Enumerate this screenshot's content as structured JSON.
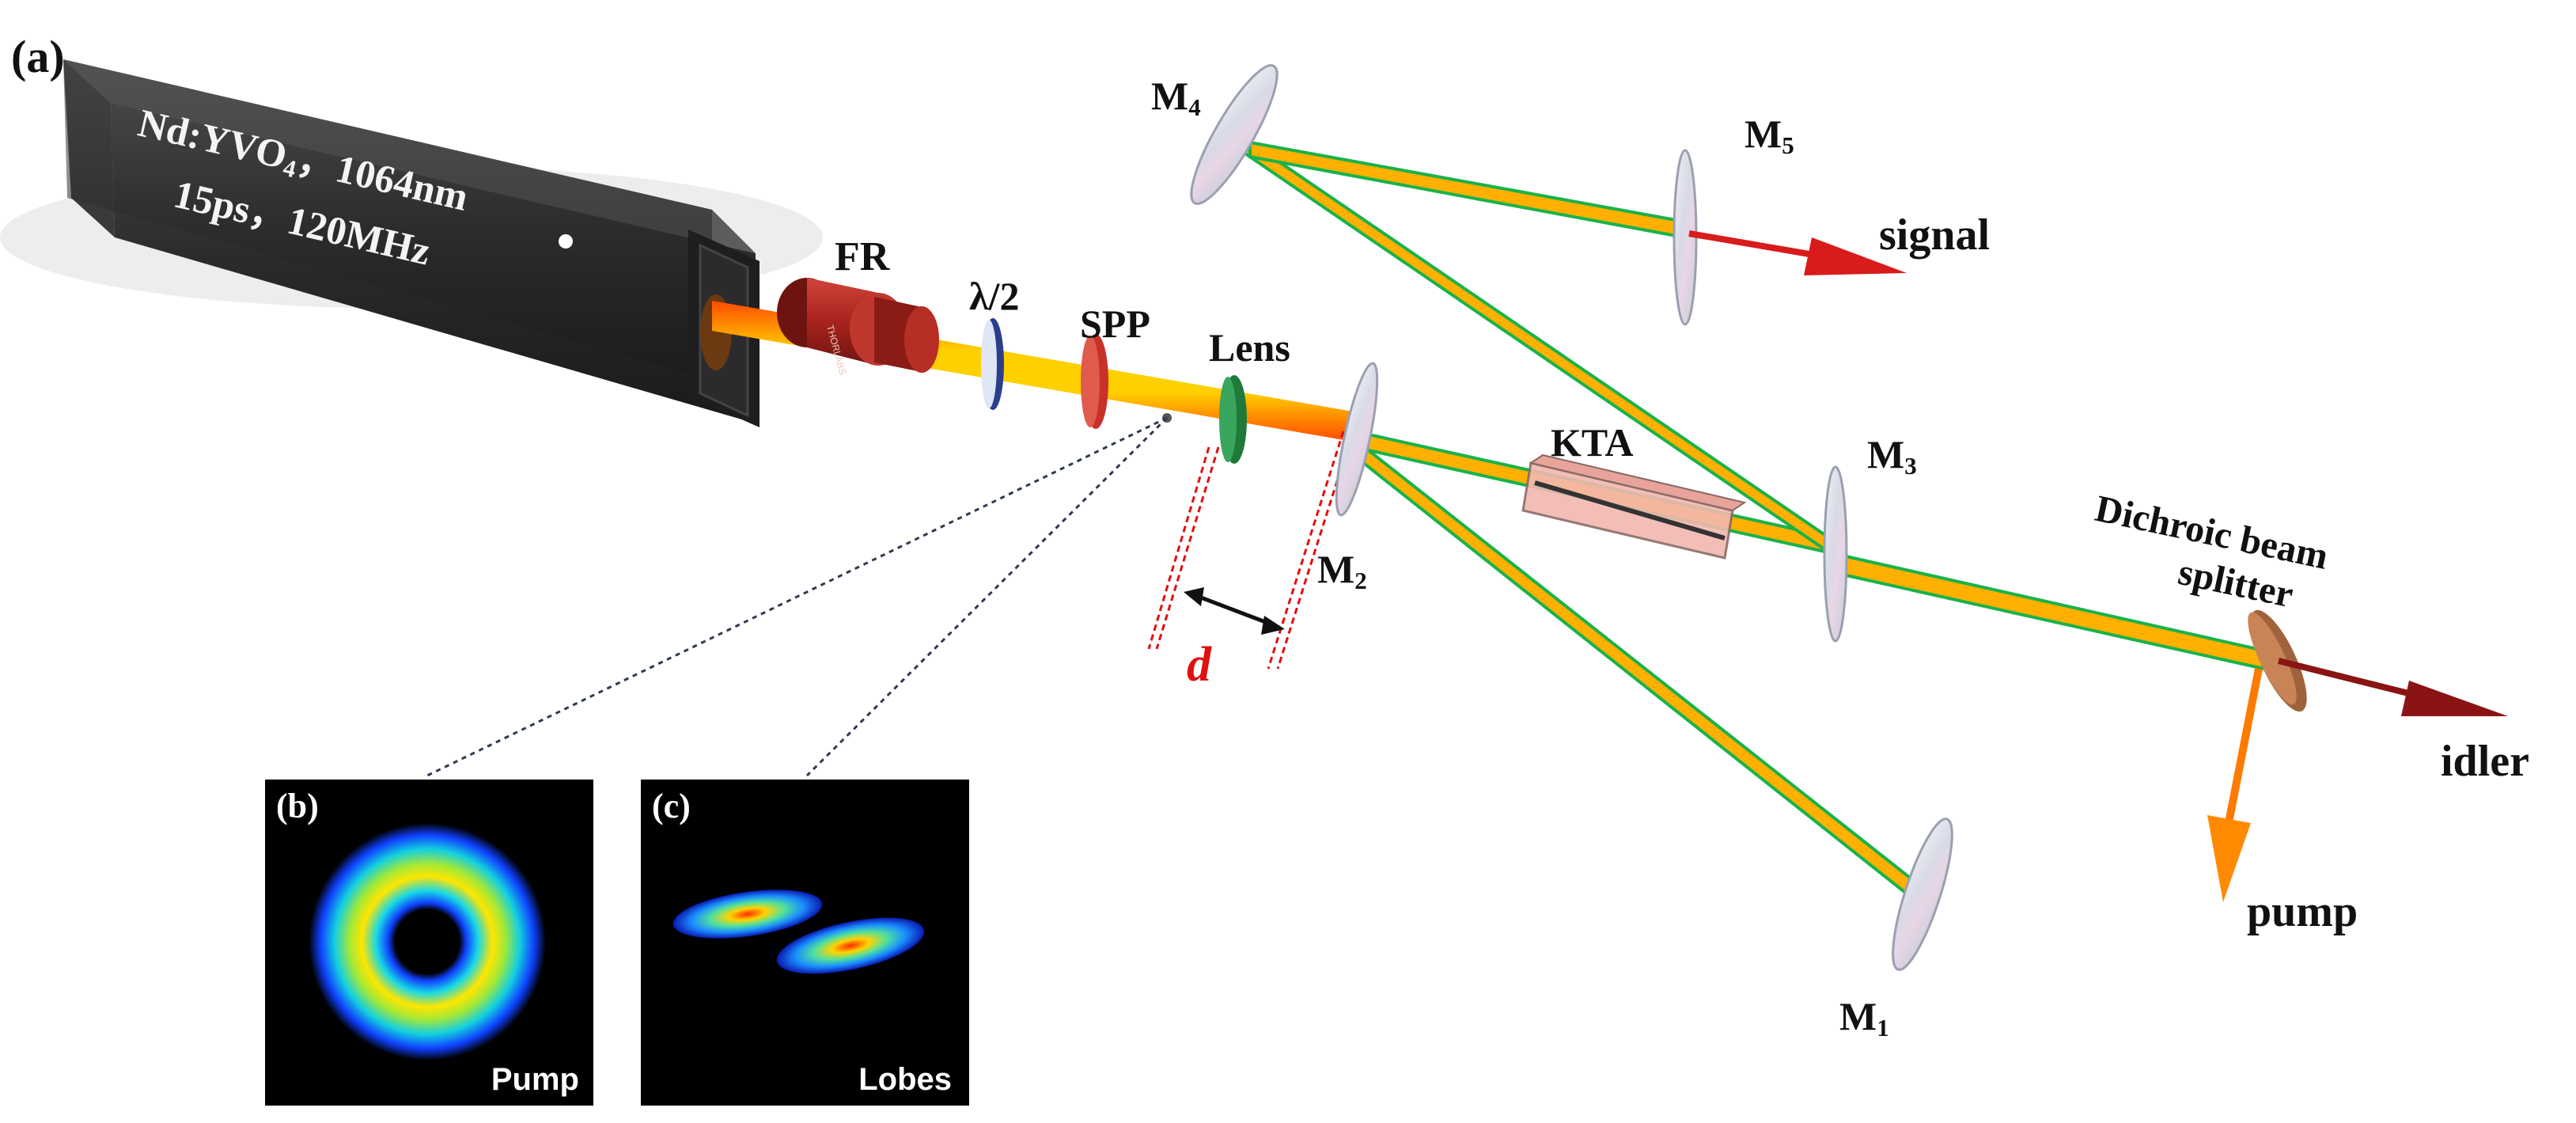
{
  "figure_tag": "(a)",
  "laser": {
    "line1_main": "Nd:YVO",
    "line1_sub": "4",
    "line1_rest": "，1064nm",
    "line2": "15ps，120MHz",
    "body_color": "#2b2b2d"
  },
  "components": {
    "fr": "FR",
    "fr_engraving": "THORLABS",
    "half_wave": "λ/2",
    "spp": "SPP",
    "lens": "Lens",
    "kta": "KTA",
    "dichroic_line1": "Dichroic beam",
    "dichroic_line2": "splitter"
  },
  "mirrors": {
    "m1": {
      "main": "M",
      "sub": "1"
    },
    "m2": {
      "main": "M",
      "sub": "2"
    },
    "m3": {
      "main": "M",
      "sub": "3"
    },
    "m4": {
      "main": "M",
      "sub": "4"
    },
    "m5": {
      "main": "M",
      "sub": "5"
    }
  },
  "distance_label": "d",
  "outputs": {
    "signal": "signal",
    "idler": "idler",
    "pump": "pump"
  },
  "insets": {
    "b": {
      "tag": "(b)",
      "caption": "Pump"
    },
    "c": {
      "tag": "(c)",
      "caption": "Lobes"
    }
  },
  "colors": {
    "beam_core": "#ffd400",
    "beam_edge": "#ff5a00",
    "cavity_edge": "#19b24a",
    "signal_arrow": "#d81b1b",
    "idler_arrow": "#8a1414",
    "fr_color": "#a8231d",
    "spp_color": "#c8302a",
    "lens_color": "#1f7a3a",
    "halfwave_color": "#2a3e8c",
    "kta_color": "#f2b8b0",
    "distance_color": "#e01010"
  }
}
